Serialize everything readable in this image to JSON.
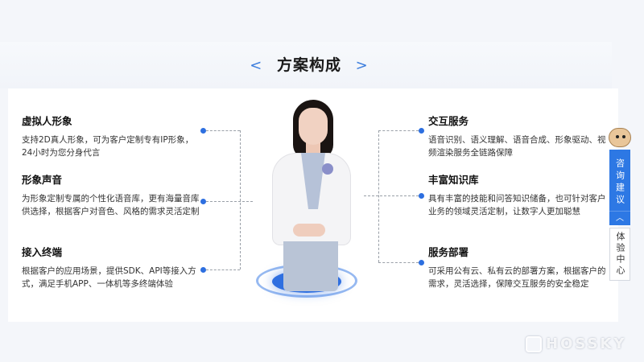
{
  "section": {
    "title": "方案构成",
    "prev_icon": "chevron-left-icon",
    "next_icon": "chevron-right-icon"
  },
  "left_features": [
    {
      "title": "虚拟人形象",
      "desc": "支持2D真人形象，可为客户定制专有IP形象，24小时为您分身代言"
    },
    {
      "title": "形象声音",
      "desc": "为形象定制专属的个性化语音库，更有海量音库供选择，根据客户对音色、风格的需求灵活定制"
    },
    {
      "title": "接入终端",
      "desc": "根据客户的应用场景，提供SDK、API等接入方式，满足手机APP、一体机等多终端体验"
    }
  ],
  "right_features": [
    {
      "title": "交互服务",
      "desc": "语音识别、语义理解、语音合成、形象驱动、视频渲染服务全链路保障"
    },
    {
      "title": "丰富知识库",
      "desc": "具有丰富的技能和问答知识储备，也可针对客户业务的领域灵活定制，让数字人更加聪慧"
    },
    {
      "title": "服务部署",
      "desc": "可采用公有云、私有云的部署方案，根据客户的需求，灵活选择，保障交互服务的安全稳定"
    }
  ],
  "side_widget": {
    "consult_label": "咨询建议",
    "experience_label": "体验中心",
    "up_icon": "chevron-up-icon",
    "mascot_icon": "mascot-icon"
  },
  "watermark": {
    "text": "HOSSKY"
  },
  "colors": {
    "accent": "#2d78e4",
    "dot": "#2d6fe0",
    "title": "#1a1a1a"
  }
}
